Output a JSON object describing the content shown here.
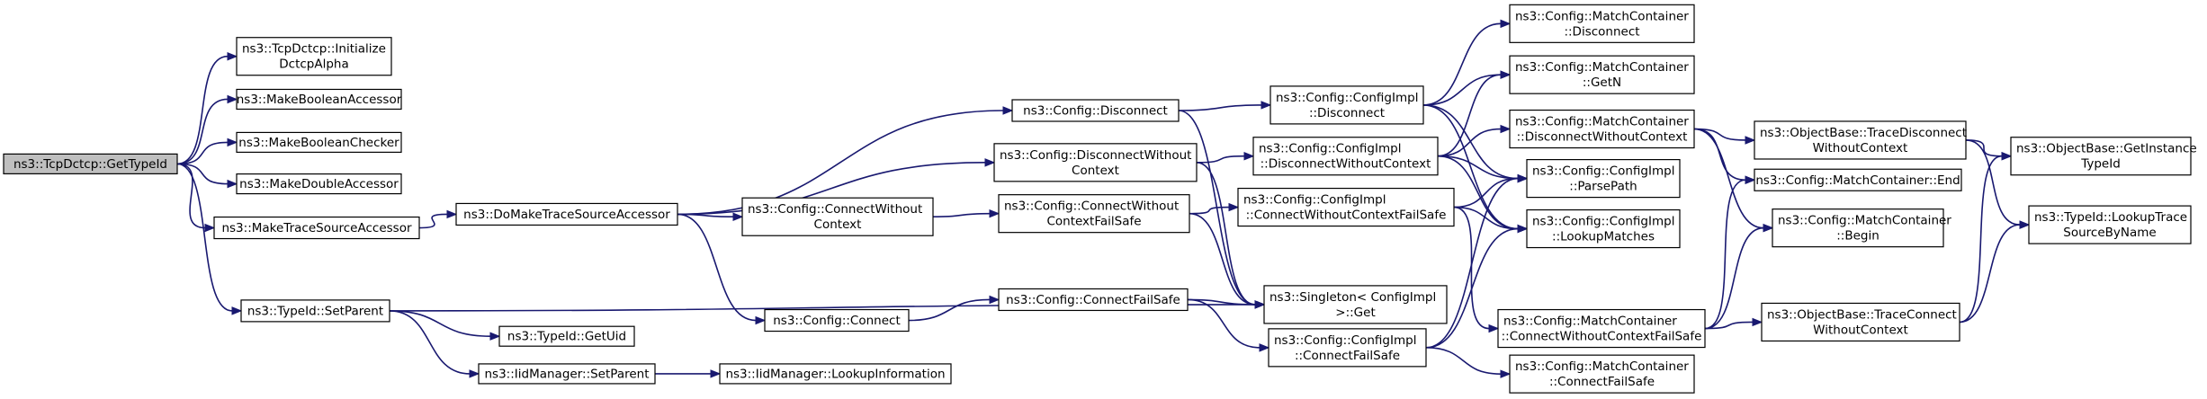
{
  "graph": {
    "nodes": [
      {
        "id": "getTypeId",
        "lines": [
          "ns3::TcpDctcp::GetTypeId"
        ],
        "root": true
      },
      {
        "id": "initAlpha",
        "lines": [
          "ns3::TcpDctcp::Initialize",
          "DctcpAlpha"
        ]
      },
      {
        "id": "makeBoolAcc",
        "lines": [
          "ns3::MakeBooleanAccessor"
        ]
      },
      {
        "id": "makeBoolChk",
        "lines": [
          "ns3::MakeBooleanChecker"
        ]
      },
      {
        "id": "makeDblAcc",
        "lines": [
          "ns3::MakeDoubleAccessor"
        ]
      },
      {
        "id": "makeTraceAcc",
        "lines": [
          "ns3::MakeTraceSourceAccessor"
        ]
      },
      {
        "id": "setParent",
        "lines": [
          "ns3::TypeId::SetParent"
        ]
      },
      {
        "id": "getUid",
        "lines": [
          "ns3::TypeId::GetUid"
        ]
      },
      {
        "id": "iidSetParent",
        "lines": [
          "ns3::IidManager::SetParent"
        ]
      },
      {
        "id": "iidLookup",
        "lines": [
          "ns3::IidManager::LookupInformation"
        ]
      },
      {
        "id": "doMakeTrace",
        "lines": [
          "ns3::DoMakeTraceSourceAccessor"
        ]
      },
      {
        "id": "cfgDisconnect",
        "lines": [
          "ns3::Config::Disconnect"
        ]
      },
      {
        "id": "cfgDisconnectWC",
        "lines": [
          "ns3::Config::DisconnectWithout",
          "Context"
        ]
      },
      {
        "id": "cfgConnectWC",
        "lines": [
          "ns3::Config::ConnectWithout",
          "Context"
        ]
      },
      {
        "id": "cfgConnect",
        "lines": [
          "ns3::Config::Connect"
        ]
      },
      {
        "id": "cfgConnectWCFS",
        "lines": [
          "ns3::Config::ConnectWithout",
          "ContextFailSafe"
        ]
      },
      {
        "id": "cfgConnectFS",
        "lines": [
          "ns3::Config::ConnectFailSafe"
        ]
      },
      {
        "id": "implDisconnect",
        "lines": [
          "ns3::Config::ConfigImpl",
          "::Disconnect"
        ]
      },
      {
        "id": "implDisconnectWC",
        "lines": [
          "ns3::Config::ConfigImpl",
          "::DisconnectWithoutContext"
        ]
      },
      {
        "id": "implConnectWCFS",
        "lines": [
          "ns3::Config::ConfigImpl",
          "::ConnectWithoutContextFailSafe"
        ]
      },
      {
        "id": "singletonGet",
        "lines": [
          "ns3::Singleton< ConfigImpl",
          " >::Get"
        ]
      },
      {
        "id": "implConnectFS",
        "lines": [
          "ns3::Config::ConfigImpl",
          "::ConnectFailSafe"
        ]
      },
      {
        "id": "mcDisconnect",
        "lines": [
          "ns3::Config::MatchContainer",
          "::Disconnect"
        ]
      },
      {
        "id": "mcGetN",
        "lines": [
          "ns3::Config::MatchContainer",
          "::GetN"
        ]
      },
      {
        "id": "mcDisconnectWC",
        "lines": [
          "ns3::Config::MatchContainer",
          "::DisconnectWithoutContext"
        ]
      },
      {
        "id": "parsePath",
        "lines": [
          "ns3::Config::ConfigImpl",
          "::ParsePath"
        ]
      },
      {
        "id": "lookupMatches",
        "lines": [
          "ns3::Config::ConfigImpl",
          "::LookupMatches"
        ]
      },
      {
        "id": "mcConnectWCFS",
        "lines": [
          "ns3::Config::MatchContainer",
          "::ConnectWithoutContextFailSafe"
        ]
      },
      {
        "id": "mcConnectFS",
        "lines": [
          "ns3::Config::MatchContainer",
          "::ConnectFailSafe"
        ]
      },
      {
        "id": "obTraceDisconnectWC",
        "lines": [
          "ns3::ObjectBase::TraceDisconnect",
          "WithoutContext"
        ]
      },
      {
        "id": "mcEnd",
        "lines": [
          "ns3::Config::MatchContainer::End"
        ]
      },
      {
        "id": "mcBegin",
        "lines": [
          "ns3::Config::MatchContainer",
          "::Begin"
        ]
      },
      {
        "id": "obTraceConnectWC",
        "lines": [
          "ns3::ObjectBase::TraceConnect",
          "WithoutContext"
        ]
      },
      {
        "id": "obGetInstanceTypeId",
        "lines": [
          "ns3::ObjectBase::GetInstance",
          "TypeId"
        ]
      },
      {
        "id": "lookupTraceSource",
        "lines": [
          "ns3::TypeId::LookupTrace",
          "SourceByName"
        ]
      }
    ],
    "edges": [
      [
        "getTypeId",
        "initAlpha"
      ],
      [
        "getTypeId",
        "makeBoolAcc"
      ],
      [
        "getTypeId",
        "makeBoolChk"
      ],
      [
        "getTypeId",
        "makeDblAcc"
      ],
      [
        "getTypeId",
        "makeTraceAcc"
      ],
      [
        "getTypeId",
        "setParent"
      ],
      [
        "makeTraceAcc",
        "doMakeTrace"
      ],
      [
        "setParent",
        "getUid"
      ],
      [
        "setParent",
        "iidSetParent"
      ],
      [
        "setParent",
        "singletonGet"
      ],
      [
        "iidSetParent",
        "iidLookup"
      ],
      [
        "doMakeTrace",
        "cfgDisconnect"
      ],
      [
        "doMakeTrace",
        "cfgDisconnectWC"
      ],
      [
        "doMakeTrace",
        "cfgConnectWC"
      ],
      [
        "doMakeTrace",
        "cfgConnect"
      ],
      [
        "cfgDisconnect",
        "implDisconnect"
      ],
      [
        "cfgDisconnect",
        "singletonGet"
      ],
      [
        "cfgDisconnectWC",
        "implDisconnectWC"
      ],
      [
        "cfgDisconnectWC",
        "singletonGet"
      ],
      [
        "cfgConnectWC",
        "cfgConnectWCFS"
      ],
      [
        "cfgConnect",
        "cfgConnectFS"
      ],
      [
        "cfgConnectWCFS",
        "implConnectWCFS"
      ],
      [
        "cfgConnectWCFS",
        "singletonGet"
      ],
      [
        "cfgConnectFS",
        "implConnectFS"
      ],
      [
        "cfgConnectFS",
        "singletonGet"
      ],
      [
        "implDisconnect",
        "mcDisconnect"
      ],
      [
        "implDisconnect",
        "mcGetN"
      ],
      [
        "implDisconnect",
        "parsePath"
      ],
      [
        "implDisconnect",
        "lookupMatches"
      ],
      [
        "implDisconnectWC",
        "mcGetN"
      ],
      [
        "implDisconnectWC",
        "mcDisconnectWC"
      ],
      [
        "implDisconnectWC",
        "parsePath"
      ],
      [
        "implDisconnectWC",
        "lookupMatches"
      ],
      [
        "implConnectWCFS",
        "parsePath"
      ],
      [
        "implConnectWCFS",
        "lookupMatches"
      ],
      [
        "implConnectWCFS",
        "mcConnectWCFS"
      ],
      [
        "implConnectFS",
        "parsePath"
      ],
      [
        "implConnectFS",
        "lookupMatches"
      ],
      [
        "implConnectFS",
        "mcConnectFS"
      ],
      [
        "mcDisconnectWC",
        "obTraceDisconnectWC"
      ],
      [
        "mcDisconnectWC",
        "mcEnd"
      ],
      [
        "mcDisconnectWC",
        "mcBegin"
      ],
      [
        "mcConnectWCFS",
        "mcEnd"
      ],
      [
        "mcConnectWCFS",
        "mcBegin"
      ],
      [
        "mcConnectWCFS",
        "obTraceConnectWC"
      ],
      [
        "obTraceDisconnectWC",
        "obGetInstanceTypeId"
      ],
      [
        "obTraceDisconnectWC",
        "lookupTraceSource"
      ],
      [
        "obTraceConnectWC",
        "obGetInstanceTypeId"
      ],
      [
        "obTraceConnectWC",
        "lookupTraceSource"
      ]
    ]
  }
}
